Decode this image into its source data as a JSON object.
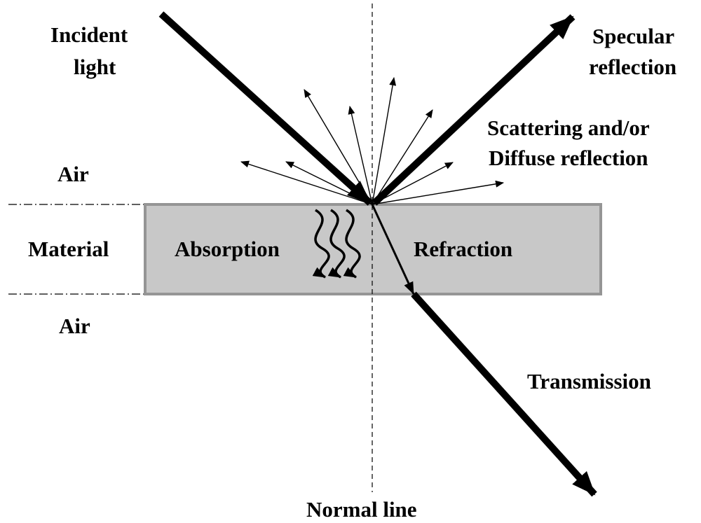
{
  "labels": {
    "incident_light": [
      "Incident",
      "light"
    ],
    "specular_reflection": [
      "Specular",
      "reflection"
    ],
    "scattering": [
      "Scattering and/or",
      "Diffuse reflection"
    ],
    "air_top": "Air",
    "material": "Material",
    "air_bottom": "Air",
    "absorption": "Absorption",
    "refraction": "Refraction",
    "transmission": "Transmission",
    "normal_line": "Normal line"
  },
  "colors": {
    "material_fill": "#c8c8c8",
    "material_border": "#959595",
    "line": "#000000",
    "background": "#ffffff"
  }
}
